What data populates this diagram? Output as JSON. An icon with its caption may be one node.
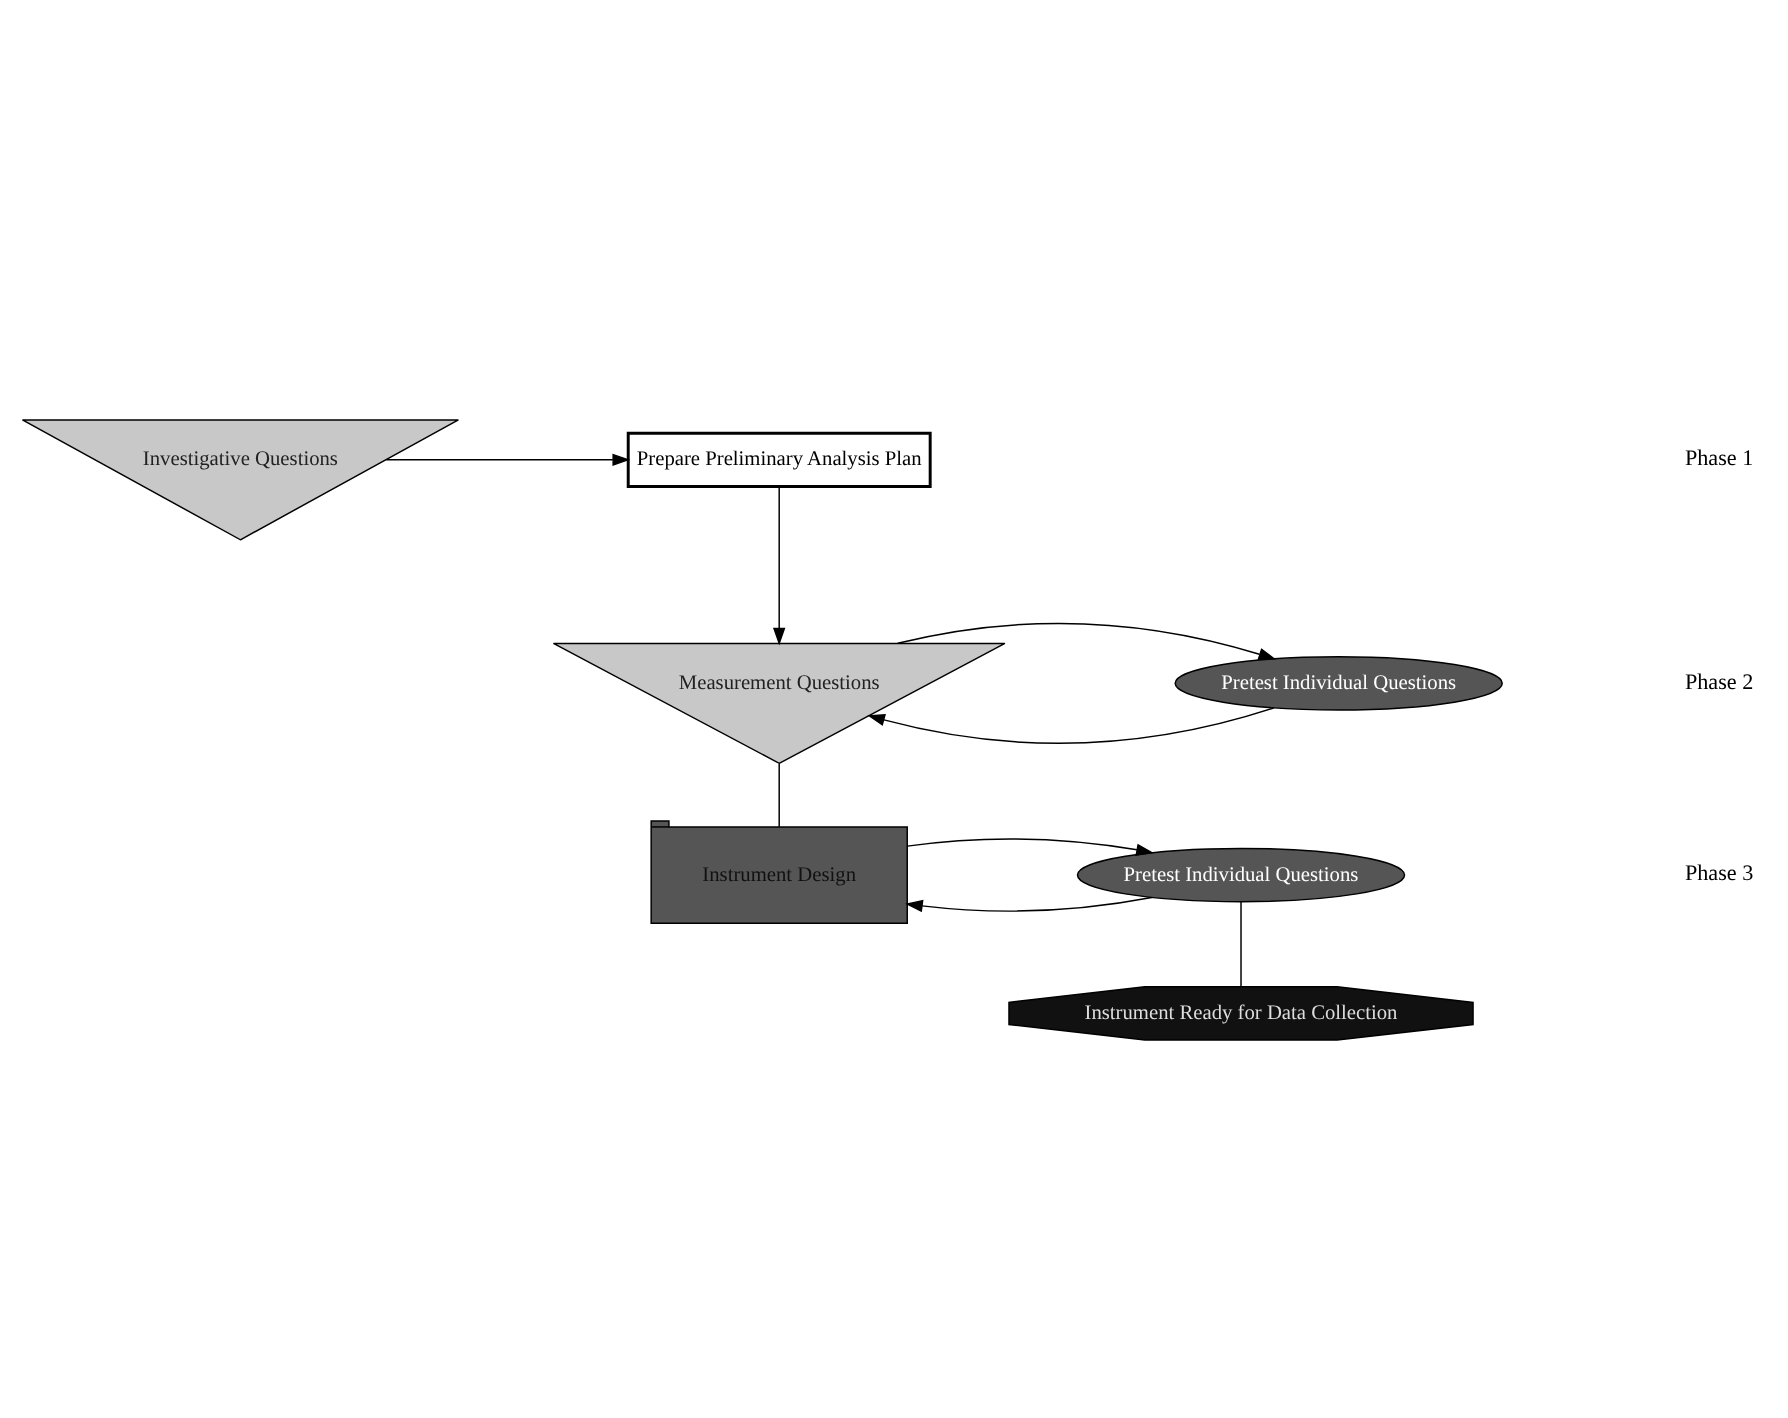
{
  "diagram": {
    "nodes": [
      {
        "text": [
          "Investigative Questions"
        ]
      },
      {
        "text": [
          "Prepare Preliminary Analysis Plan"
        ]
      },
      {
        "text": [
          "Measurement Questions"
        ]
      },
      {
        "text": [
          "Pretest Individual Questions"
        ]
      },
      {
        "text": [
          "Instrument Design"
        ]
      },
      {
        "text": [
          "Pretest Individual Questions"
        ]
      },
      {
        "text": [
          "Instrument Ready for Data Collection"
        ]
      }
    ],
    "edges": [
      {
        "from": 0,
        "to": 1,
        "arrow": "to"
      },
      {
        "from": 1,
        "to": 2,
        "arrow": "to"
      },
      {
        "from": 3,
        "to": 2,
        "arrow": "to"
      },
      {
        "from": 2,
        "to": 3,
        "arrow": "to"
      },
      {
        "from": 2,
        "to": 4,
        "arrow": "none"
      },
      {
        "from": 5,
        "to": 4,
        "arrow": "to"
      },
      {
        "from": 4,
        "to": 5,
        "arrow": "to"
      },
      {
        "from": 5,
        "to": 6,
        "arrow": "none"
      }
    ],
    "labels": [
      "Phase 1",
      "Phase 2",
      "Phase 3"
    ]
  }
}
